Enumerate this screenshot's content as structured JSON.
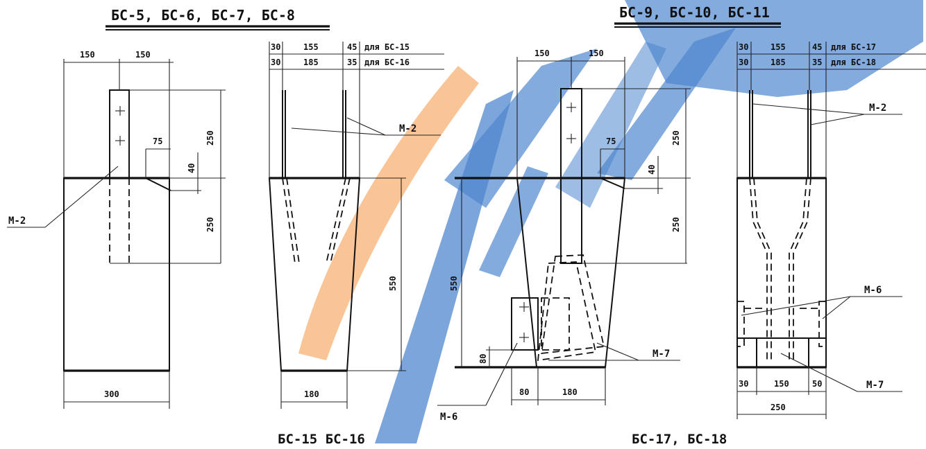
{
  "titles": {
    "left": "БС-5,  БС-6,  БС-7,  БС-8",
    "right": "БС-9,  БС-10,  БС-11"
  },
  "captions": {
    "left": "БС-15    БС-16",
    "right": "БС-17,    БС-18"
  },
  "dims": {
    "d150a": "150",
    "d150b": "150",
    "d250a": "250",
    "d250b": "250",
    "d75a": "75",
    "d40a": "40",
    "d300": "300",
    "d30a": "30",
    "d155a": "155",
    "d45a": "45",
    "d30b": "30",
    "d185a": "185",
    "d35a": "35",
    "d550a": "550",
    "d180a": "180",
    "d150c": "150",
    "d150d": "150",
    "d250c": "250",
    "d250d": "250",
    "d75b": "75",
    "d40b": "40",
    "d550b": "550",
    "d80a": "80",
    "d80b": "80",
    "d180b": "180",
    "d30c": "30",
    "d155b": "155",
    "d45b": "45",
    "d30d": "30",
    "d185b": "185",
    "d35b": "35",
    "d30e": "30",
    "d150e": "150",
    "d50": "50",
    "d250e": "250"
  },
  "notes": {
    "for15": "для  БС-15",
    "for16": "для  БС-16",
    "for17": "для  БС-17",
    "for18": "для  БС-18"
  },
  "callouts": {
    "m2a": "М-2",
    "m2b": "М-2",
    "m6a": "М-6",
    "m7a": "М-7",
    "m2c": "М-2",
    "m6b": "М-6",
    "m7b": "М-7"
  },
  "watermark_colors": {
    "blue": "#2f6fc4",
    "orange": "#f39a4a"
  }
}
